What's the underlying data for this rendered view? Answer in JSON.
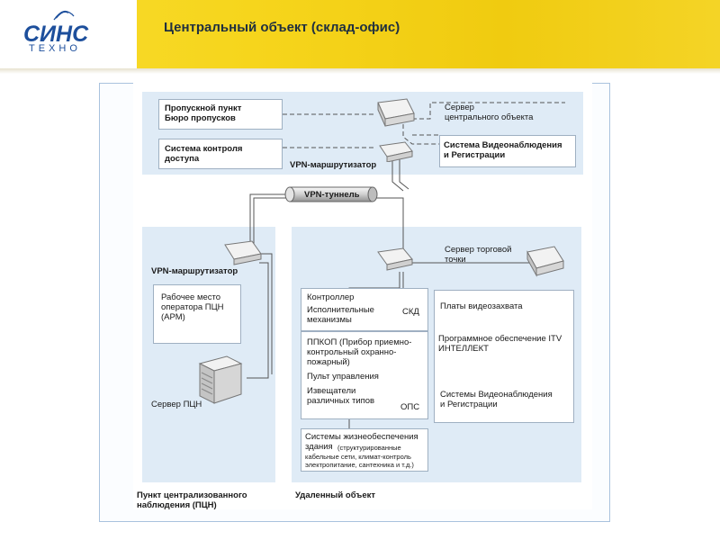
{
  "header": {
    "logo_main": "СИНС",
    "logo_sub": "ТЕХНО",
    "title": "Центральный объект (склад-офис)"
  },
  "diagram": {
    "checkpoint": [
      "Пропускной пункт",
      "Бюро пропусков"
    ],
    "access_control": [
      "Система контроля",
      "доступа"
    ],
    "server_central": [
      "Сервер",
      "центрального объекта"
    ],
    "video_system_top": [
      "Система Видеонаблюдения",
      "и Регистрации"
    ],
    "vpn_router_top": "VPN-маршрутизатор",
    "vpn_tunnel": "VPN-туннель",
    "vpn_router_left": "VPN-маршрутизатор",
    "workstation": [
      "Рабочее место",
      "оператора ПЦН",
      "(АРМ)"
    ],
    "server_pcn": "Сервер ПЦН",
    "pcn_label": [
      "Пункт централизованного",
      "наблюдения (ПЦН)"
    ],
    "remote_label": "Удаленный объект",
    "server_shop": [
      "Сервер торговой",
      "точки"
    ],
    "skd_box": {
      "controller": "Контроллер",
      "actuators": [
        "Исполнительные",
        "механизмы"
      ],
      "tag": "СКД"
    },
    "ops_box": {
      "ppkop": [
        "ППКОП (Прибор приемно-",
        "контрольный охранно-",
        "пожарный)"
      ],
      "control": "Пульт управления",
      "detectors": [
        "Извещатели",
        "различных типов"
      ],
      "tag": "ОПС"
    },
    "life_support": {
      "title": [
        "Системы жизнеобеспечения",
        "здания"
      ],
      "note": [
        "(структурированные",
        "кабельные сети, климат-контроль",
        "электропитание, сантехника и т.д.)"
      ]
    },
    "video_box": {
      "capture": "Платы видеозахвата",
      "software": [
        "Программное обеспечение ITV",
        "ИНТЕЛЛЕКТ"
      ],
      "systems": [
        "Системы Видеонаблюдения",
        "и Регистрации"
      ]
    }
  },
  "colors": {
    "header_yellow": "#f6d51c",
    "zone_blue": "#dfebf6",
    "logo_blue": "#1d4f9c"
  }
}
